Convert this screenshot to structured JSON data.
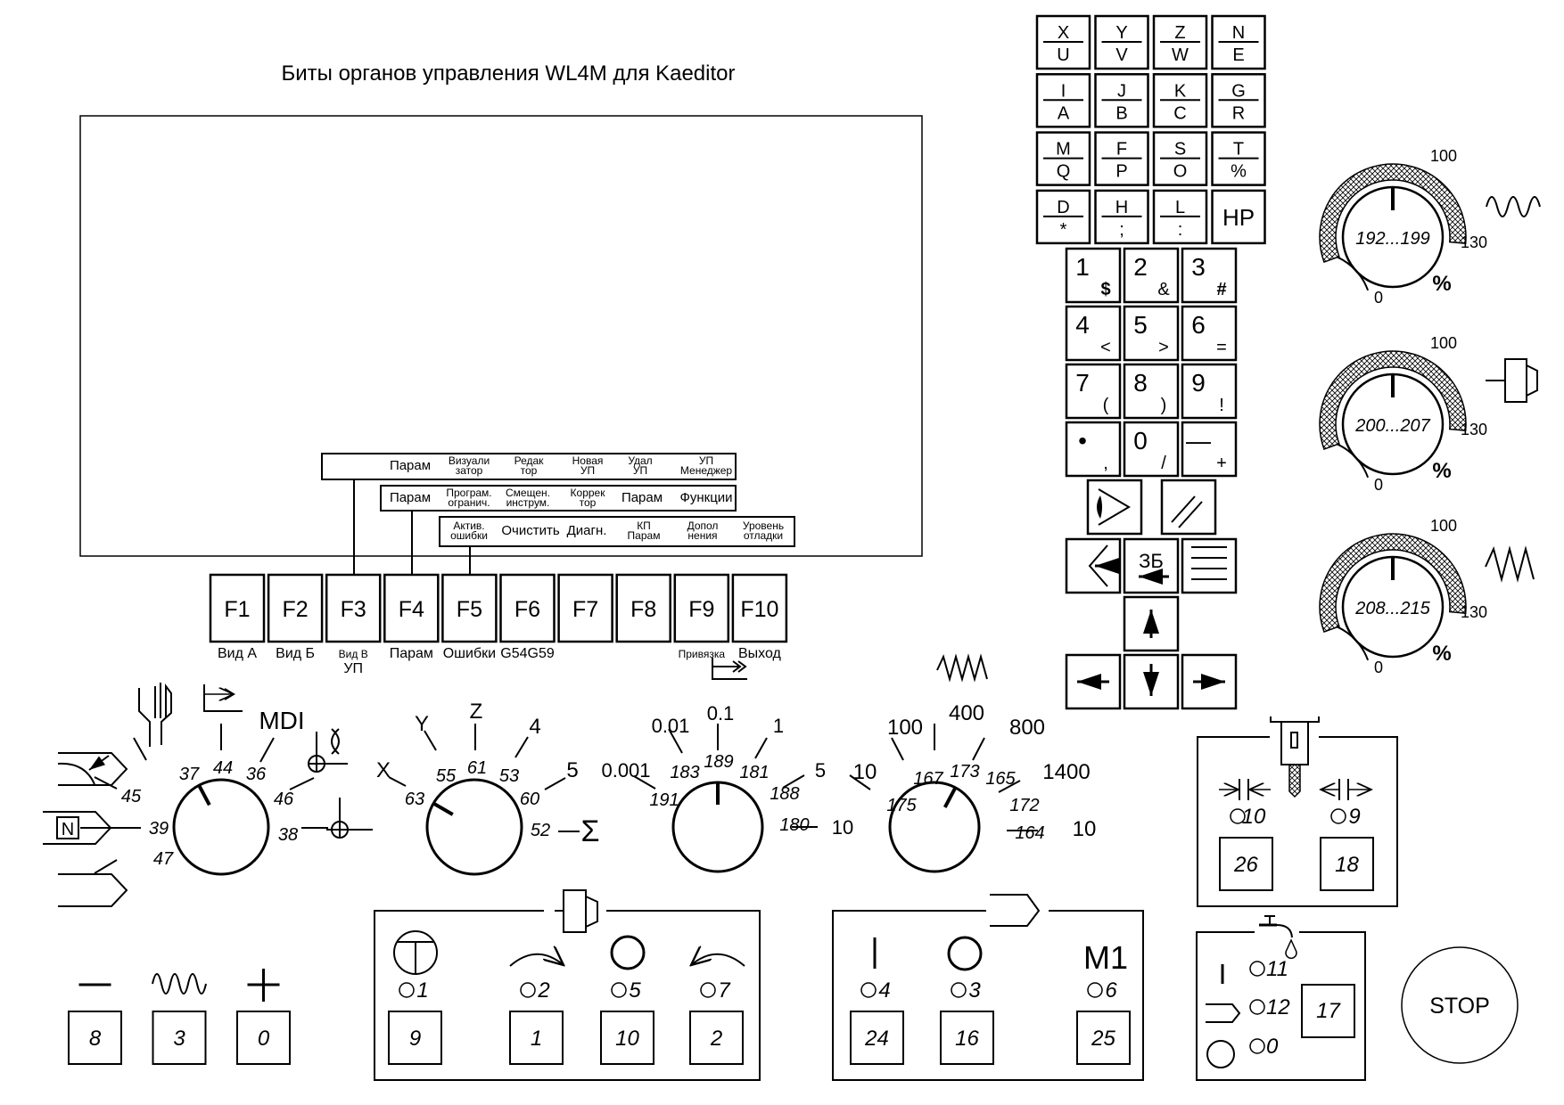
{
  "title": "Биты органов управления WL4M для Kaeditor",
  "menus": {
    "row1": [
      "Парам",
      "Визуали|затор",
      "Редак|тор",
      "Новая|УП",
      "Удал|УП",
      "УП|Менеджер"
    ],
    "row2": [
      "Парам",
      "Програм.|огранич.",
      "Смещен.|инструм.",
      "Коррек|тор",
      "Парам",
      "Функции"
    ],
    "row3": [
      "Актив.|ошибки",
      "Очистить",
      "Диагн.",
      "КП|Парам",
      "Допол|нения",
      "Уровень|отладки"
    ]
  },
  "fkeys": [
    {
      "label": "F1",
      "caption": "Вид А"
    },
    {
      "label": "F2",
      "caption": "Вид Б"
    },
    {
      "label": "F3",
      "caption": "Вид В|УП"
    },
    {
      "label": "F4",
      "caption": "Парам"
    },
    {
      "label": "F5",
      "caption": "Ошибки"
    },
    {
      "label": "F6",
      "caption": "G54G59"
    },
    {
      "label": "F7",
      "caption": ""
    },
    {
      "label": "F8",
      "caption": ""
    },
    {
      "label": "F9",
      "caption": "Привязка"
    },
    {
      "label": "F10",
      "caption": "Выход"
    }
  ],
  "address_keys": [
    {
      "top": "X",
      "bottom": "U"
    },
    {
      "top": "Y",
      "bottom": "V"
    },
    {
      "top": "Z",
      "bottom": "W"
    },
    {
      "top": "N",
      "bottom": "E"
    },
    {
      "top": "I",
      "bottom": "A"
    },
    {
      "top": "J",
      "bottom": "B"
    },
    {
      "top": "K",
      "bottom": "C"
    },
    {
      "top": "G",
      "bottom": "R"
    },
    {
      "top": "M",
      "bottom": "Q"
    },
    {
      "top": "F",
      "bottom": "P"
    },
    {
      "top": "S",
      "bottom": "O"
    },
    {
      "top": "T",
      "bottom": "%"
    },
    {
      "top": "D",
      "bottom": "*"
    },
    {
      "top": "H",
      "bottom": ";"
    },
    {
      "top": "L",
      "bottom": ":"
    },
    {
      "single": "HP"
    }
  ],
  "numeric_keys": [
    {
      "main": "1",
      "sub": "$"
    },
    {
      "main": "2",
      "sub": "&"
    },
    {
      "main": "3",
      "sub": "#"
    },
    {
      "main": "4",
      "sub": "<"
    },
    {
      "main": "5",
      "sub": ">"
    },
    {
      "main": "6",
      "sub": "="
    },
    {
      "main": "7",
      "sub": "("
    },
    {
      "main": "8",
      "sub": ")"
    },
    {
      "main": "9",
      "sub": "!"
    },
    {
      "main": "•",
      "sub": ","
    },
    {
      "main": "0",
      "sub": "/"
    },
    {
      "main": "—",
      "sub": "+"
    }
  ],
  "edit_keys": {
    "backspace_label": "ЗБ"
  },
  "override_dials": [
    {
      "range": "192...199",
      "min": "0",
      "mid": "100",
      "max": "130",
      "unit": "%",
      "icon": "spindle-wave-icon"
    },
    {
      "range": "200...207",
      "min": "0",
      "mid": "100",
      "max": "130",
      "unit": "%",
      "icon": "spindle-icon"
    },
    {
      "range": "208...215",
      "min": "0",
      "mid": "100",
      "max": "130",
      "unit": "%",
      "icon": "feed-zigzag-icon"
    }
  ],
  "mode_knob": {
    "positions": [
      {
        "bit": "45",
        "label": "return-ref-icon"
      },
      {
        "bit": "39",
        "label": "N"
      },
      {
        "bit": "47",
        "label": "auto-icon"
      },
      {
        "bit": "37",
        "label": "manual-hand-icon"
      },
      {
        "bit": "44",
        "label": "step-feed-icon"
      },
      {
        "bit": "36",
        "label": "MDI"
      },
      {
        "bit": "46",
        "label": "zero-rotate-icon"
      },
      {
        "bit": "38",
        "label": "zero-icon"
      }
    ]
  },
  "axis_knob": {
    "positions": [
      {
        "bit": "63",
        "label": "X"
      },
      {
        "bit": "55",
        "label": "Y"
      },
      {
        "bit": "61",
        "label": "Z"
      },
      {
        "bit": "53",
        "label": "4"
      },
      {
        "bit": "60",
        "label": "5"
      },
      {
        "bit": "52",
        "label": "Σ"
      }
    ]
  },
  "step_knob": {
    "positions": [
      {
        "bit": "191",
        "label": "0.001"
      },
      {
        "bit": "183",
        "label": "0.01"
      },
      {
        "bit": "189",
        "label": "0.1"
      },
      {
        "bit": "181",
        "label": "1"
      },
      {
        "bit": "188",
        "label": "5"
      },
      {
        "bit": "180",
        "label": "10"
      }
    ]
  },
  "feed_knob": {
    "positions": [
      {
        "bit": "175",
        "label": "10"
      },
      {
        "bit": "167",
        "label": "100"
      },
      {
        "bit": "173",
        "label": "400"
      },
      {
        "bit": "165",
        "label": "800"
      },
      {
        "bit": "172",
        "label": "1400"
      },
      {
        "bit": "164",
        "label": "10"
      }
    ]
  },
  "jog_buttons": [
    {
      "bit": "8",
      "icon": "minus-icon"
    },
    {
      "bit": "3",
      "icon": "rapid-wave-icon"
    },
    {
      "bit": "0",
      "icon": "plus-icon"
    }
  ],
  "spindle_panel": {
    "buttons": [
      {
        "bit": "9",
        "led": "1",
        "icon": "tool-clamp-icon"
      },
      {
        "bit": "1",
        "led": "2",
        "icon": "rotate-cw-icon"
      },
      {
        "bit": "10",
        "led": "5",
        "icon": "stop-circle-icon"
      },
      {
        "bit": "2",
        "led": "7",
        "icon": "rotate-ccw-icon"
      }
    ]
  },
  "program_panel": {
    "m1_label": "M1",
    "buttons": [
      {
        "bit": "24",
        "led": "4",
        "icon": "start-bar-icon"
      },
      {
        "bit": "16",
        "led": "3",
        "icon": "stop-circle-icon"
      },
      {
        "bit": "25",
        "led": "6",
        "icon": "m1-label"
      }
    ]
  },
  "tool_panel": {
    "buttons": [
      {
        "bit": "26",
        "led": "10",
        "icon": "clamp-icon"
      },
      {
        "bit": "18",
        "led": "9",
        "icon": "unclamp-icon"
      }
    ]
  },
  "coolant_panel": {
    "leds": [
      "11",
      "12",
      "0"
    ],
    "button_bit": "17"
  },
  "stop_button": "STOP"
}
